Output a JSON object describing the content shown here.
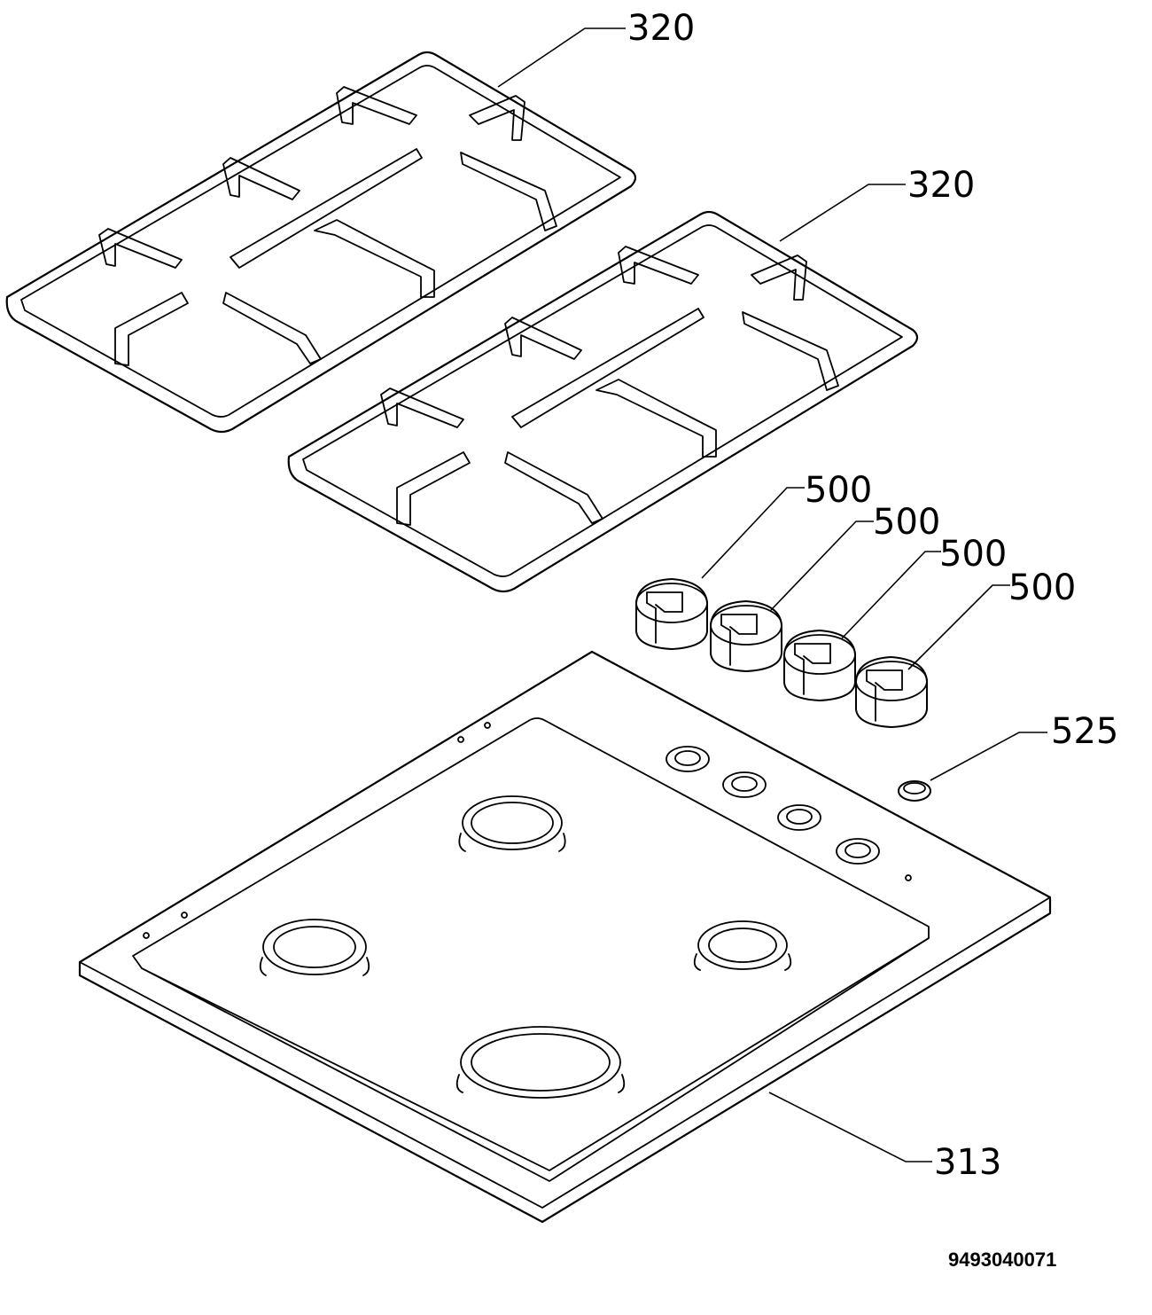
{
  "callouts": {
    "grate_left": "320",
    "grate_right": "320",
    "knob_1": "500",
    "knob_2": "500",
    "knob_3": "500",
    "knob_4": "500",
    "button": "525",
    "hob_top": "313"
  },
  "document_number": "9493040071"
}
